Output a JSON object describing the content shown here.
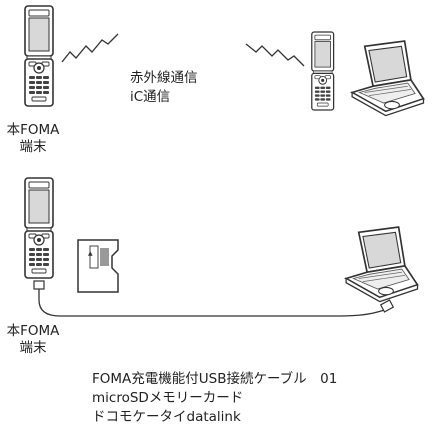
{
  "top": {
    "phone_label": [
      "本FOMA",
      "端末"
    ],
    "comm_lines": [
      "赤外線通信",
      "iC通信"
    ]
  },
  "bottom": {
    "phone_label": [
      "本FOMA",
      "端末"
    ],
    "notes": [
      "FOMA充電機能付USB接続ケーブル　01",
      "microSDメモリーカード",
      "ドコモケータイdatalink"
    ]
  }
}
